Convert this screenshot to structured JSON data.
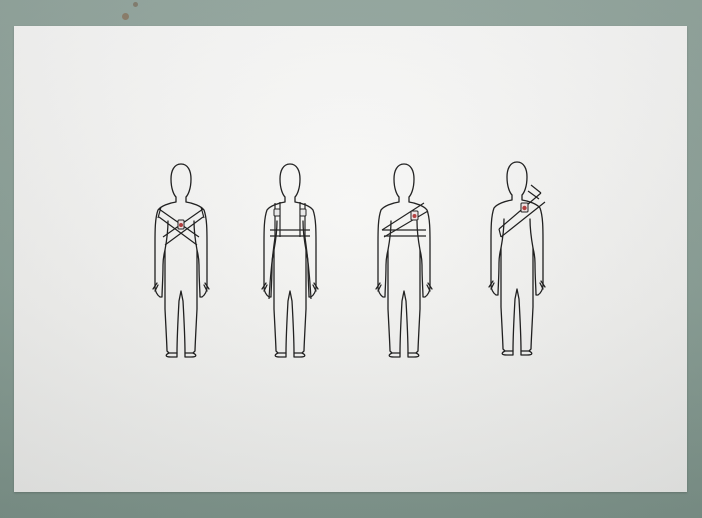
{
  "scene": {
    "description_tag": "sheet-of-paper-with-four-sketches",
    "colors": {
      "background": "#8ea39a",
      "paper": "#f7f7f5",
      "ink": "#1a1a1a",
      "buckle": "#b23a3a"
    }
  },
  "figures": [
    {
      "view": "front",
      "strap": "cross-chest-x"
    },
    {
      "view": "back",
      "strap": "backpack"
    },
    {
      "view": "back",
      "strap": "single-diagonal"
    },
    {
      "view": "front",
      "strap": "single-diagonal-shoulder"
    }
  ]
}
